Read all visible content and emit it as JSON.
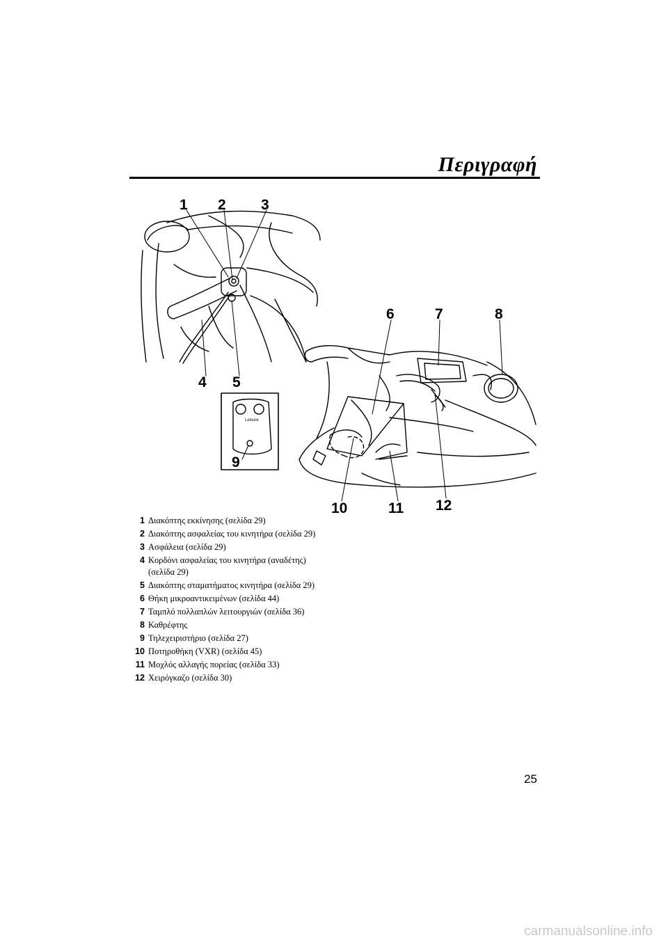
{
  "header": {
    "title": "Περιγραφή"
  },
  "figure": {
    "callouts": [
      "1",
      "2",
      "3",
      "4",
      "5",
      "6",
      "7",
      "8",
      "9",
      "10",
      "11",
      "12"
    ],
    "remote_label": "Leisure"
  },
  "legend": {
    "items": [
      {
        "num": "1",
        "text": "Διακόπτης εκκίνησης (σελίδα 29)"
      },
      {
        "num": "2",
        "text": "Διακόπτης ασφαλείας του κινητήρα (σελίδα 29)"
      },
      {
        "num": "3",
        "text": "Ασφάλεια (σελίδα 29)"
      },
      {
        "num": "4",
        "text": "Κορδόνι ασφαλείας του κινητήρα (αναδέτης)",
        "text2": "(σελίδα 29)"
      },
      {
        "num": "5",
        "text": "Διακόπτης σταματήματος κινητήρα (σελίδα 29)"
      },
      {
        "num": "6",
        "text": "Θήκη μικροαντικειμένων (σελίδα 44)"
      },
      {
        "num": "7",
        "text": "Ταμπλό πολλαπλών λειτουργιών (σελίδα 36)"
      },
      {
        "num": "8",
        "text": "Καθρέφτης"
      },
      {
        "num": "9",
        "text": "Τηλεχειριστήριο (σελίδα 27)"
      },
      {
        "num": "10",
        "text": "Ποτηροθήκη (VXR) (σελίδα 45)"
      },
      {
        "num": "11",
        "text": "Μοχλός αλλαγής πορείας (σελίδα 33)"
      },
      {
        "num": "12",
        "text": "Χειρόγκαζο (σελίδα 30)"
      }
    ]
  },
  "page": {
    "number": "25"
  },
  "watermark": "carmanualsonline.info"
}
